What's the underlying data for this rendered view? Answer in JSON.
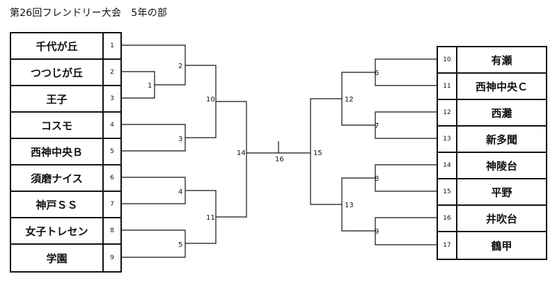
{
  "title": "第26回フレンドリー大会　5年の部",
  "left_teams": [
    {
      "name": "千代が丘",
      "seed": "1"
    },
    {
      "name": "つつじが丘",
      "seed": "2"
    },
    {
      "name": "王子",
      "seed": "3"
    },
    {
      "name": "コスモ",
      "seed": "4"
    },
    {
      "name": "西神中央Ｂ",
      "seed": "5"
    },
    {
      "name": "須磨ナイス",
      "seed": "6"
    },
    {
      "name": "神戸ＳＳ",
      "seed": "7"
    },
    {
      "name": "女子トレセン",
      "seed": "8"
    },
    {
      "name": "学園",
      "seed": "9"
    }
  ],
  "right_teams": [
    {
      "name": "有瀬",
      "seed": "10"
    },
    {
      "name": "西神中央Ｃ",
      "seed": "11"
    },
    {
      "name": "西灘",
      "seed": "12"
    },
    {
      "name": "新多聞",
      "seed": "13"
    },
    {
      "name": "神陵台",
      "seed": "14"
    },
    {
      "name": "平野",
      "seed": "15"
    },
    {
      "name": "井吹台",
      "seed": "16"
    },
    {
      "name": "鶴甲",
      "seed": "17"
    }
  ],
  "matches": {
    "m1": "1",
    "m2": "2",
    "m3": "3",
    "m4": "4",
    "m5": "5",
    "m6": "6",
    "m7": "7",
    "m8": "8",
    "m9": "9",
    "m10": "10",
    "m11": "11",
    "m12": "12",
    "m13": "13",
    "m14": "14",
    "m15": "15",
    "m16": "16"
  }
}
